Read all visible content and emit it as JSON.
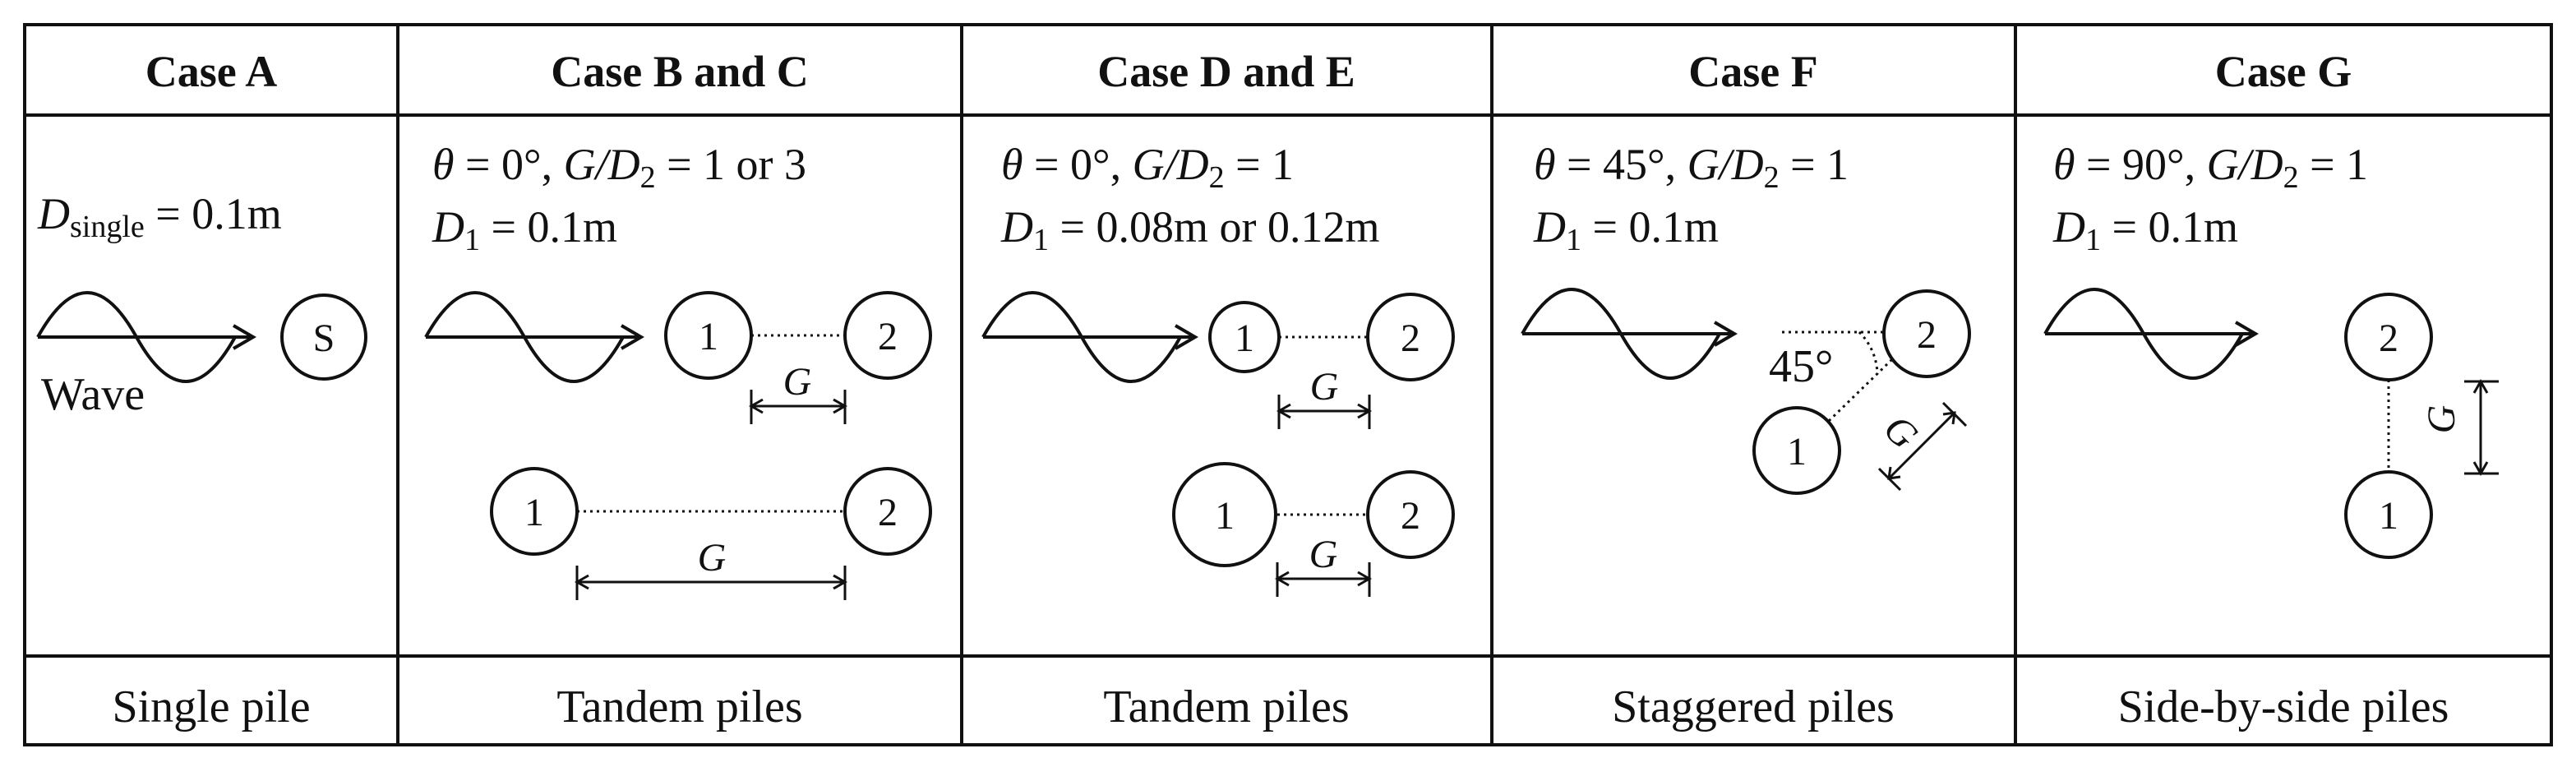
{
  "cases": [
    {
      "header": "Case A",
      "footer": "Single pile",
      "d_single_symbol": "D",
      "d_single_sub": "single",
      "d_single_rest": " = 0.1m",
      "pile_label": "S",
      "wave_label": "Wave"
    },
    {
      "header": "Case B and C",
      "footer": "Tandem piles",
      "theta_symbol": "θ",
      "theta_rest": " = 0°, ",
      "g_symbol": "G",
      "ratio_mid": "/D",
      "ratio_sub": "2",
      "ratio_value": " = 1 or 3",
      "d1_symbol": "D",
      "d1_sub": "1",
      "d1_value": " = 0.1m",
      "pile_1": "1",
      "pile_2": "2",
      "gap_label": "G"
    },
    {
      "header": "Case D and E",
      "footer": "Tandem piles",
      "theta_symbol": "θ",
      "theta_rest": " = 0°, ",
      "g_symbol": "G",
      "ratio_mid": "/D",
      "ratio_sub": "2",
      "ratio_value": " = 1",
      "d1_symbol": "D",
      "d1_sub": "1",
      "d1_value": " = 0.08m or 0.12m",
      "pile_1": "1",
      "pile_2": "2",
      "gap_label": "G"
    },
    {
      "header": "Case F",
      "footer": "Staggered piles",
      "theta_symbol": "θ",
      "theta_rest": " = 45°, ",
      "g_symbol": "G",
      "ratio_mid": "/D",
      "ratio_sub": "2",
      "ratio_value": " = 1",
      "d1_symbol": "D",
      "d1_sub": "1",
      "d1_value": " = 0.1m",
      "pile_1": "1",
      "pile_2": "2",
      "angle_label": "45°",
      "gap_label": "G"
    },
    {
      "header": "Case G",
      "footer": "Side-by-side piles",
      "theta_symbol": "θ",
      "theta_rest": " = 90°, ",
      "g_symbol": "G",
      "ratio_mid": "/D",
      "ratio_sub": "2",
      "ratio_value": " = 1",
      "d1_symbol": "D",
      "d1_sub": "1",
      "d1_value": " = 0.1m",
      "pile_1": "1",
      "pile_2": "2",
      "gap_label": "G"
    }
  ]
}
